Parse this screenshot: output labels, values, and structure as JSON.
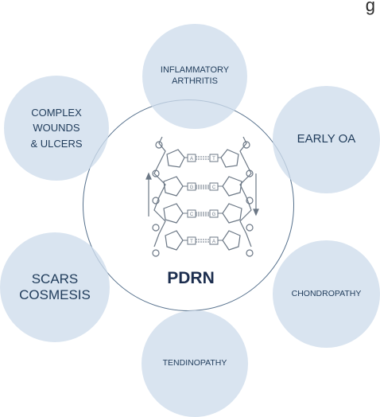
{
  "corner_text": "g",
  "center": {
    "label": "PDRN"
  },
  "nodes": [
    {
      "id": "top",
      "lines": [
        "INFLAMMATORY",
        "ARTHRITIS"
      ]
    },
    {
      "id": "left",
      "lines": [
        "COMPLEX",
        "WOUNDS",
        "& ULCERS"
      ]
    },
    {
      "id": "right",
      "lines": [
        "EARLY OA"
      ]
    },
    {
      "id": "bottom_left",
      "lines": [
        "SCARS",
        "COSMESIS"
      ]
    },
    {
      "id": "bottom_right",
      "lines": [
        "CHONDROPATHY"
      ]
    },
    {
      "id": "bottom",
      "lines": [
        "TENDINOPATHY"
      ]
    }
  ],
  "dna_pairs": [
    {
      "left": "A",
      "right": "T"
    },
    {
      "left": "G",
      "right": "C"
    },
    {
      "left": "C",
      "right": "G"
    },
    {
      "left": "T",
      "right": "A"
    }
  ],
  "colors": {
    "bubble_fill": "#cfdeec",
    "ring_stroke": "#55708c",
    "text_dark": "#1f3b5a",
    "center_text": "#1c2e4f",
    "dna_stroke": "#6b7785"
  }
}
